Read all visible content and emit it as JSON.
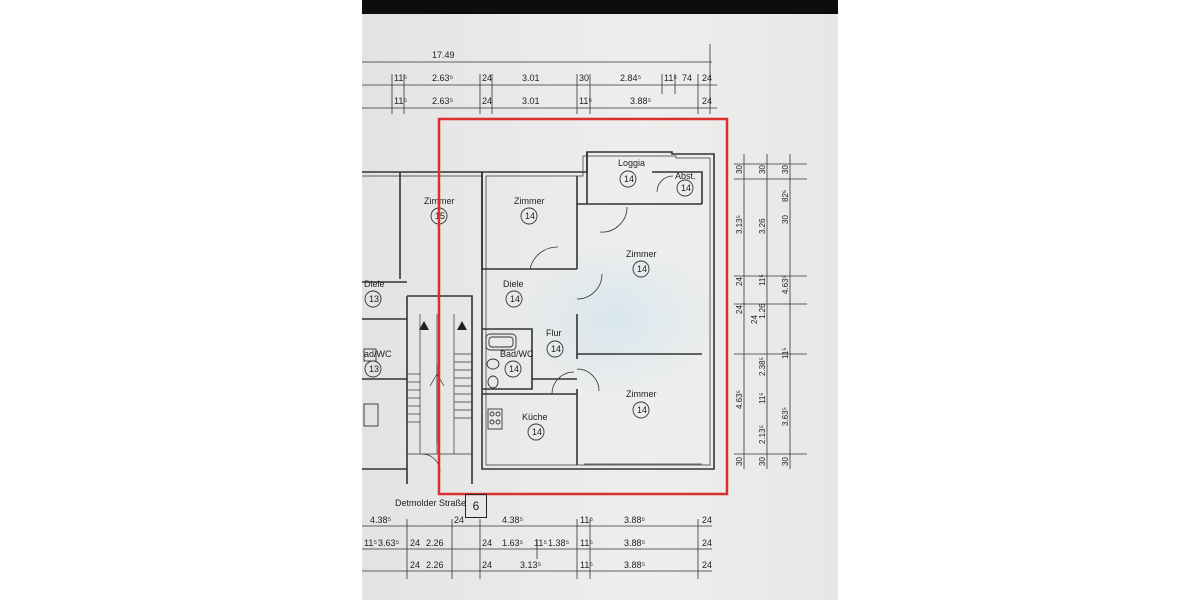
{
  "colors": {
    "highlight": "#d9302b",
    "ink": "#222222"
  },
  "top_dims": {
    "overall": "17.49",
    "row1": [
      "11⁵",
      "2.63⁵",
      "24",
      "3.01",
      "30",
      "2.84⁵",
      "11⁵",
      "74",
      "24"
    ],
    "row2": [
      "11⁵",
      "2.63⁵",
      "24",
      "3.01",
      "11⁵",
      "3.88⁵",
      "24"
    ]
  },
  "rooms": {
    "loggia": {
      "label": "Loggia",
      "number": "14"
    },
    "abst": {
      "label": "Abst.",
      "number": "14"
    },
    "zimmer_left": {
      "label": "Zimmer",
      "number": "15"
    },
    "zimmer_top": {
      "label": "Zimmer",
      "number": "14"
    },
    "zimmer_right_upper": {
      "label": "Zimmer",
      "number": "14"
    },
    "diele_left": {
      "label": "Diele",
      "number": "13"
    },
    "diele": {
      "label": "Diele",
      "number": "14"
    },
    "flur": {
      "label": "Flur",
      "number": "14"
    },
    "bad_wc": {
      "label": "Bad/WC",
      "number": "14"
    },
    "bad_wc_left": {
      "label": "ad/WC",
      "number": "13"
    },
    "kueche": {
      "label": "Küche",
      "number": "14"
    },
    "zimmer_right_lower": {
      "label": "Zimmer",
      "number": "14"
    }
  },
  "right_dims": {
    "col1": [
      "30",
      "3.13⁵",
      "24",
      "24",
      "4.63⁵",
      "30"
    ],
    "col2": [
      "30",
      "3.26",
      "11⁵",
      "1.26",
      "24",
      "2.38⁵",
      "11⁵",
      "2.13⁵",
      "30"
    ],
    "col3": [
      "30",
      "82⁵",
      "30",
      "4.63⁵",
      "11⁵",
      "3.63⁵",
      "30"
    ]
  },
  "street": {
    "label": "Detmolder Straße",
    "number": "6"
  },
  "bottom_dims": {
    "row1": [
      "4.38⁵",
      "24",
      "4.38⁵",
      "11⁵",
      "3.88⁵",
      "24"
    ],
    "row2": [
      "11⁵",
      "3.63⁵",
      "24",
      "2.26",
      "24",
      "1.63⁵",
      "11⁵",
      "1.38⁵",
      "11⁵",
      "3.88⁵",
      "24"
    ],
    "row3": [
      "24",
      "2.26",
      "24",
      "3.13⁵",
      "11⁵",
      "3.88⁵",
      "24"
    ]
  }
}
